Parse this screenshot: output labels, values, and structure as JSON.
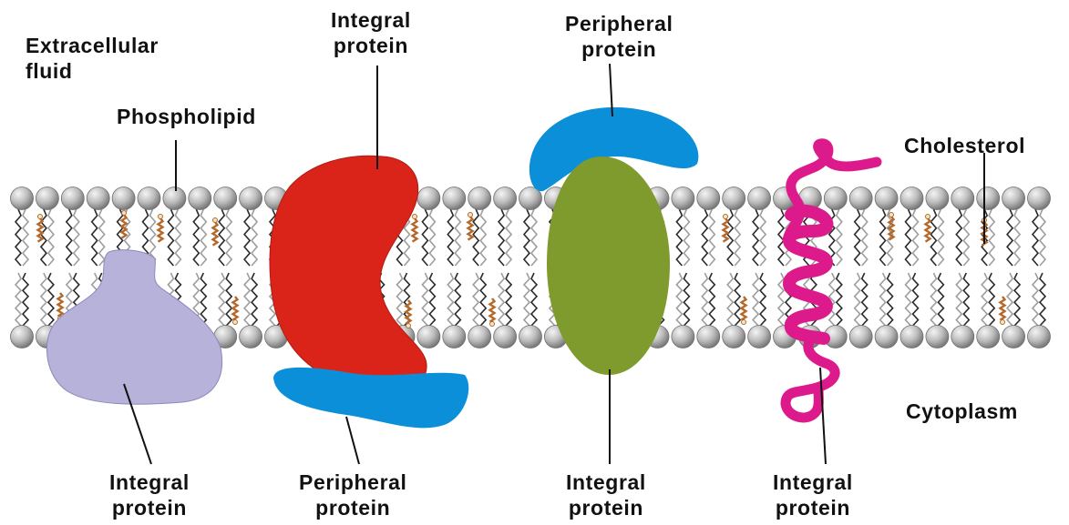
{
  "labels": {
    "extracellular_line1": "Extracellular",
    "extracellular_line2": "fluid",
    "phospholipid": "Phospholipid",
    "integral_top_line1": "Integral",
    "integral_top_line2": "protein",
    "peripheral_top_line1": "Peripheral",
    "peripheral_top_line2": "protein",
    "cholesterol": "Cholesterol",
    "cytoplasm": "Cytoplasm",
    "integral_bottom1_line1": "Integral",
    "integral_bottom1_line2": "protein",
    "peripheral_bottom_line1": "Peripheral",
    "peripheral_bottom_line2": "protein",
    "integral_bottom2_line1": "Integral",
    "integral_bottom2_line2": "protein",
    "integral_bottom3_line1": "Integral",
    "integral_bottom3_line2": "protein"
  },
  "colors": {
    "head_fill": "#bdbdbd",
    "tail_light": "#9e9e9e",
    "tail_dark": "#2b2b2b",
    "cholesterol": "#b4692a",
    "lavender_protein": "#b6b2d9",
    "red_protein": "#db2419",
    "blue_protein": "#0b8fd8",
    "green_protein": "#7f9a2d",
    "magenta_protein": "#dd1a8b"
  }
}
